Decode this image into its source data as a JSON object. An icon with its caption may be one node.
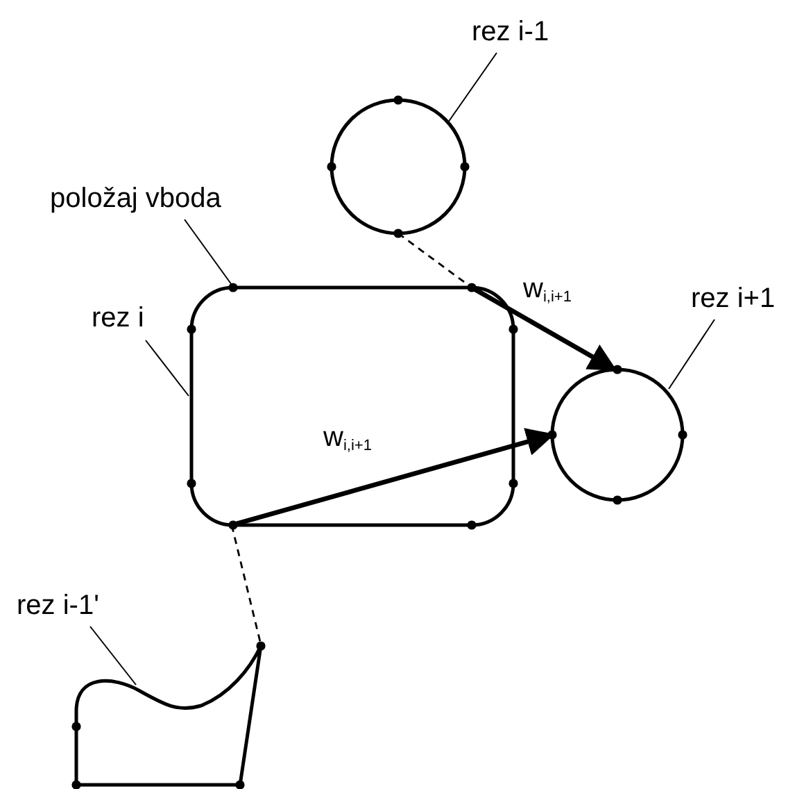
{
  "diagram": {
    "nodes": [
      {
        "text": [
          "rez i-1"
        ]
      },
      {
        "text": [],
        "shape": "circle"
      },
      {
        "text": [
          "položaj vboda"
        ]
      },
      {
        "text": [
          "rez i"
        ]
      },
      {
        "text": [],
        "shape": "box"
      },
      {
        "text": [
          "rez i+1"
        ]
      },
      {
        "text": [],
        "shape": "circle"
      },
      {
        "text": [
          "rez i-1'"
        ]
      },
      {
        "text": [],
        "shape": "blob"
      }
    ],
    "edges": [
      {
        "from": 0,
        "to": 1,
        "arrow": "none"
      },
      {
        "from": 2,
        "to": 4,
        "arrow": "none"
      },
      {
        "from": 3,
        "to": 4,
        "arrow": "none"
      },
      {
        "from": 5,
        "to": 6,
        "arrow": "none"
      },
      {
        "from": 7,
        "to": 8,
        "arrow": "none"
      },
      {
        "from": 1,
        "to": 4,
        "arrow": "none",
        "style": "dashed"
      },
      {
        "from": 4,
        "to": 6,
        "arrow": "to",
        "style": "thick",
        "label": "w$_{i,i+1}$"
      },
      {
        "from": 4,
        "to": 6,
        "arrow": "to",
        "style": "thick",
        "label": "w$_{i,i+1}$"
      },
      {
        "from": 4,
        "to": 8,
        "arrow": "none",
        "style": "dashed"
      }
    ]
  }
}
